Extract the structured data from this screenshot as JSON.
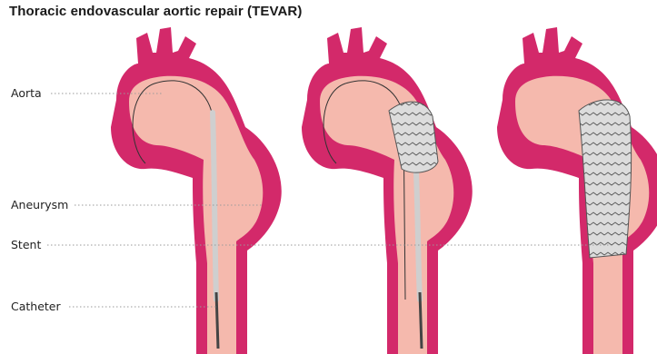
{
  "title": "Thoracic endovascular aortic repair (TEVAR)",
  "labels": {
    "aorta": "Aorta",
    "aneurysm": "Aneurysm",
    "stent": "Stent",
    "catheter": "Catheter"
  },
  "colors": {
    "vessel_wall": "#d3296a",
    "vessel_lumen": "#f5b9ad",
    "stent_fill": "#dcdcdc",
    "catheter": "#d0d0d0",
    "guidewire": "#444444",
    "leader": "#9a9a9a"
  }
}
